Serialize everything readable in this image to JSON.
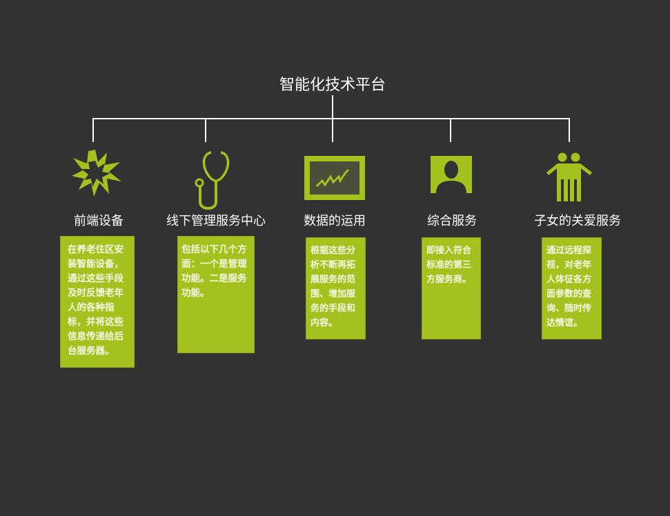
{
  "title": "智能化技术平台",
  "colors": {
    "background": "#323232",
    "accent": "#a4c21e",
    "line": "#ffffff"
  },
  "nodes": [
    {
      "label": "前端设备",
      "icon": "explosion-icon",
      "text": "在养老住区安装智能设备，通过这些手段及时反馈老年人的各种指标，并将这些信息传递给后台服务器。"
    },
    {
      "label": "线下管理服务中心",
      "icon": "stethoscope-icon",
      "text": "包括以下几个方面：一个是管理功能。二是服务功能。"
    },
    {
      "label": "数据的运用",
      "icon": "chart-monitor-icon",
      "text": "根据这些分析不断再拓展服务的范围、增加服务的手段和内容。"
    },
    {
      "label": "综合服务",
      "icon": "person-portrait-icon",
      "text": "即接入符合标准的第三方服务商。"
    },
    {
      "label": "子女的关爱服务",
      "icon": "two-people-icon",
      "text": "通过远程探视，对老年人体征各方面参数的查询、随时传达情谊。"
    }
  ]
}
